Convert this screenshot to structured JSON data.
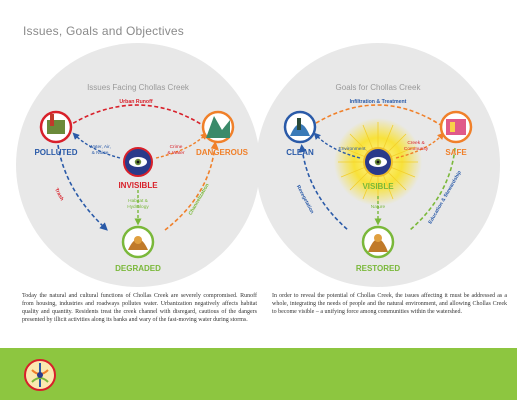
{
  "page": {
    "title": "Issues, Goals and Objectives"
  },
  "issues": {
    "title": "Issues Facing Chollas Creek",
    "nodes": {
      "polluted": "POLLUTED",
      "dangerous": "DANGEROUS",
      "invisible": "INVISIBLE",
      "degraded": "DEGRADED"
    },
    "arrows": {
      "top": "Urban Runoff",
      "left": "Trash",
      "right": "Channelization",
      "inner_left": [
        "Water, Air,",
        "& Noise"
      ],
      "inner_right": [
        "Crime",
        "& Water"
      ],
      "inner_bottom": [
        "Habitat &",
        "Hydrology"
      ]
    },
    "text": "Today the natural and cultural functions of Chollas Creek are severely compromised. Runoff from housing, industries and roadways pollutes water. Urbanization negatively affects habitat quality and quantity. Residents treat the creek channel with disregard, cautious of the dangers presented by illicit activities along its banks and wary of the fast-moving water during storms."
  },
  "goals": {
    "title": "Goals for Chollas Creek",
    "nodes": {
      "clean": "CLEAN",
      "safe": "SAFE",
      "visible": "VISIBLE",
      "restored": "RESTORED"
    },
    "arrows": {
      "top": "Infiltration & Treatment",
      "left": "Revegetation",
      "right": "Education & Stewardship",
      "inner_left": [
        "Environment"
      ],
      "inner_right": [
        "Creek &",
        "Community"
      ],
      "inner_bottom": [
        "Nature"
      ]
    },
    "text": "In order to reveal the potential of Chollas Creek, the issues affecting it must be addressed as a whole, integrating the needs of people and the natural environment, and allowing Chollas Creek to become visible – a unifying force among communities within the watershed."
  },
  "colors": {
    "blue": "#2a5aa8",
    "orange": "#f0802a",
    "red": "#d8202a",
    "green": "#7ab83a",
    "footer": "#8dc640"
  }
}
